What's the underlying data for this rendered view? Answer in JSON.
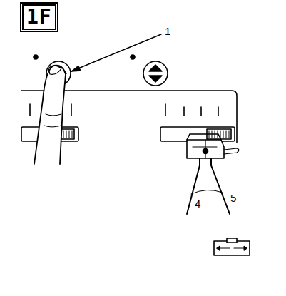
{
  "diagram": {
    "nodes": [
      {
        "text": [
          "1F"
        ]
      }
    ],
    "labels": [
      "1",
      "4",
      "5"
    ]
  }
}
